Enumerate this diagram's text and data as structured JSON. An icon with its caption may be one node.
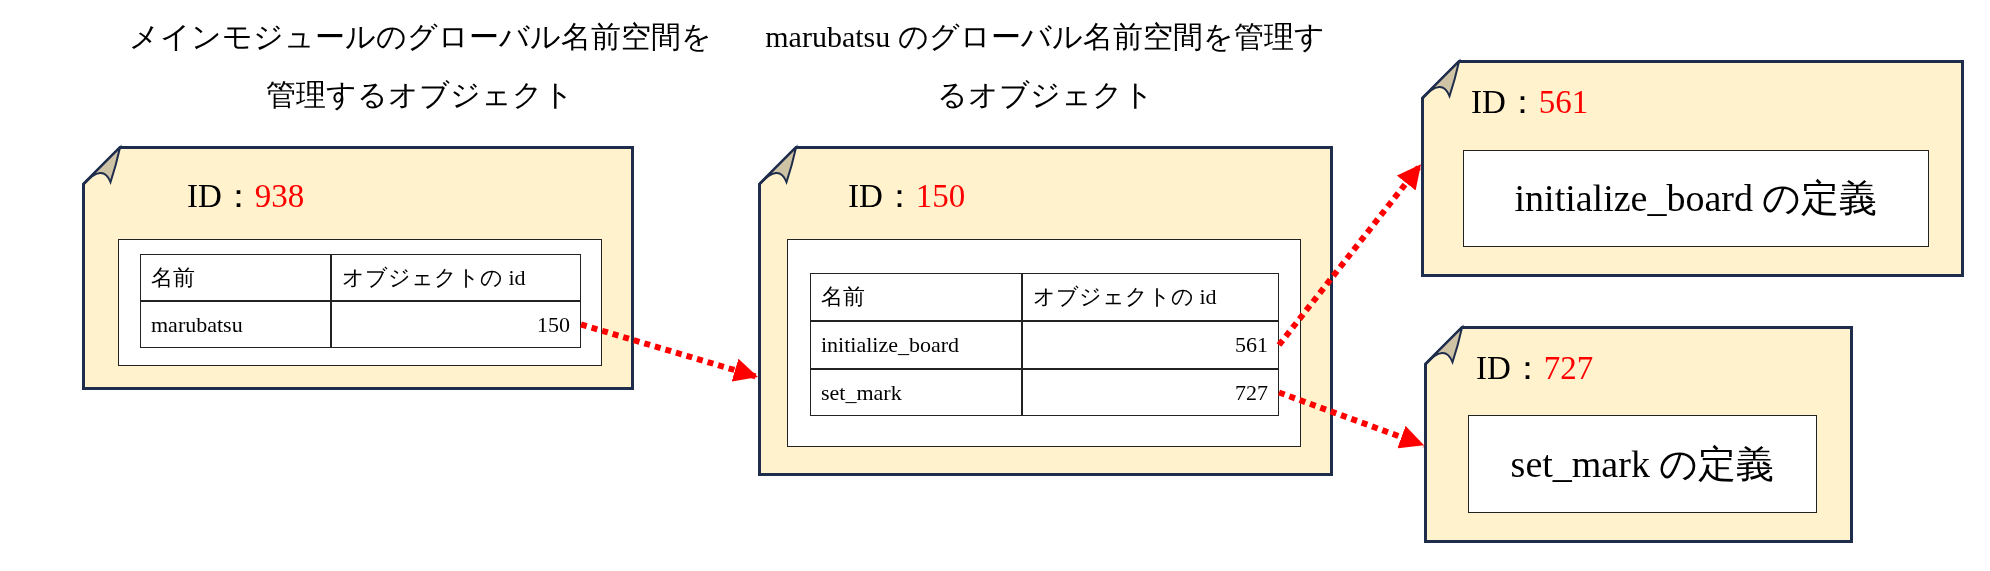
{
  "diagram": {
    "nodes": [
      {
        "text": [
          "ID：",
          "938"
        ],
        "beside": [
          "メインモジュールのグローバル名前空間を管理するオブジェクト"
        ]
      },
      {
        "text": [
          "名前"
        ],
        "in": 0
      },
      {
        "text": [
          "オブジェクトの id"
        ],
        "in": 0
      },
      {
        "text": [
          "marubatsu"
        ],
        "in": 0
      },
      {
        "text": [
          "150"
        ],
        "in": 0
      },
      {
        "text": [
          "ID：",
          "150"
        ],
        "beside": [
          "marubatsu のグローバル名前空間を管理するオブジェクト"
        ]
      },
      {
        "text": [
          "名前"
        ],
        "in": 5
      },
      {
        "text": [
          "オブジェクトの id"
        ],
        "in": 5
      },
      {
        "text": [
          "initialize_board"
        ],
        "in": 5
      },
      {
        "text": [
          "561"
        ],
        "in": 5
      },
      {
        "text": [
          "set_mark"
        ],
        "in": 5
      },
      {
        "text": [
          "727"
        ],
        "in": 5
      },
      {
        "text": [
          "ID：",
          "561"
        ]
      },
      {
        "text": [
          "initialize_board の定義"
        ],
        "in": 12
      },
      {
        "text": [
          "ID：",
          "727"
        ]
      },
      {
        "text": [
          "set_mark の定義"
        ],
        "in": 14
      }
    ],
    "edges": [
      {
        "from": 4,
        "to": 5,
        "arrow": "to",
        "style": "dashed",
        "color": "#ff0000"
      },
      {
        "from": 9,
        "to": 12,
        "arrow": "to",
        "style": "dashed",
        "color": "#ff0000"
      },
      {
        "from": 11,
        "to": 14,
        "arrow": "to",
        "style": "dashed",
        "color": "#ff0000"
      }
    ]
  }
}
